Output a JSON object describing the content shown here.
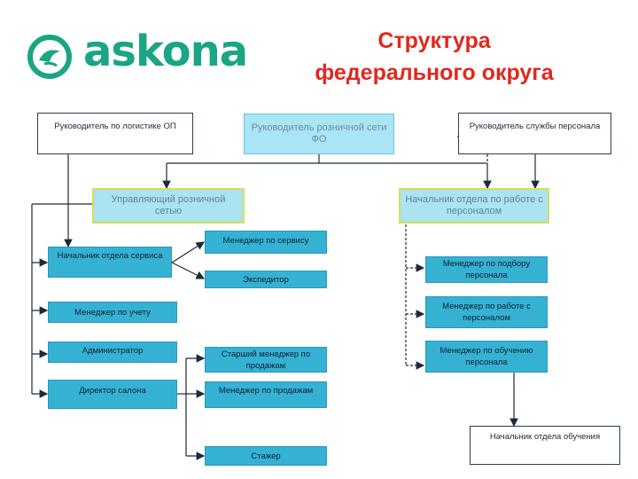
{
  "logo": {
    "text": "askona",
    "color": "#1aa584"
  },
  "title": {
    "line1": "Структура",
    "line2": "федерального округа",
    "color": "#e0281f"
  },
  "nodes": {
    "logistics_head": "Руководитель по логистике ОП",
    "retail_head": "Руководитель розничной сети ФО",
    "hr_head": "Руководитель службы персонала",
    "retail_manager": "Управляющий розничной сетью",
    "hr_dept_head": "Начальник отдела по работе с персоналом",
    "service_dept_head": "Начальник отдела сервиса",
    "service_manager": "Менеджер по сервису",
    "forwarder": "Экспедитор",
    "accounting_manager": "Менеджер по учету",
    "administrator": "Администратор",
    "salon_director": "Директор салона",
    "senior_sales_manager": "Старший менеджер по продажам",
    "sales_manager": "Менеджер по продажам",
    "intern": "Стажер",
    "recruitment_manager": "Менеджер по подбору персонала",
    "hr_manager": "Менеджер по работе с персоналом",
    "training_manager": "Менеджер по обучению персонала",
    "training_dept_head": "Начальник отдела обучения"
  },
  "colors": {
    "teal": "#35b1d3",
    "light_blue": "#a9e5f5",
    "green_border": "#d4df5a",
    "line": "#2c3e50"
  }
}
